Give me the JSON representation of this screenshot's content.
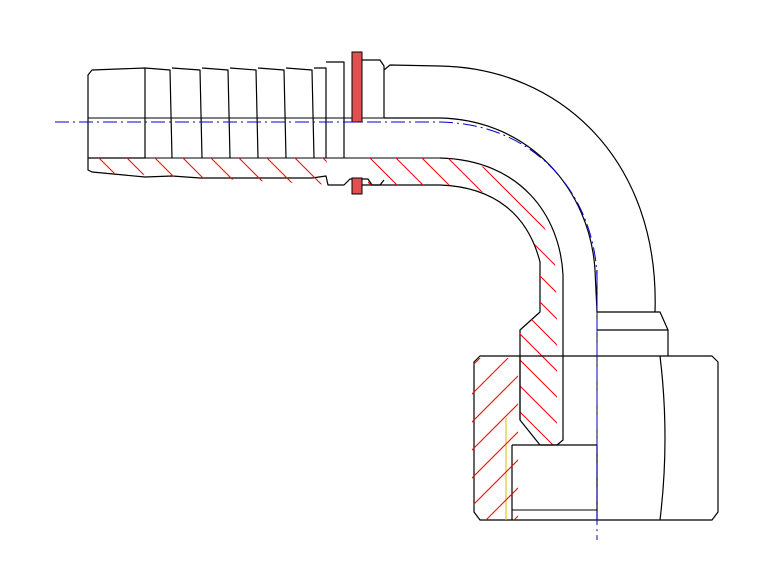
{
  "colors": {
    "outline": "#000000",
    "hatch": "#ff0000",
    "centerline": "#0000cc",
    "thread": "#e6b800",
    "washer_fill": "#e05050",
    "background": "#ffffff"
  },
  "components": {
    "hose_tail": "barbed-hose-tail",
    "washer": "washer-ring",
    "elbow": "90-degree-elbow",
    "nut": "hex-swivel-nut"
  }
}
